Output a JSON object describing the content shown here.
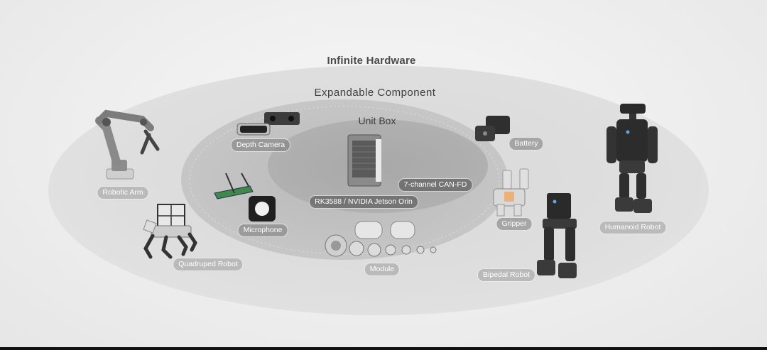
{
  "titles": {
    "infinite_hardware": "Infinite Hardware",
    "expandable_component": "Expandable Component",
    "unit_box": "Unit Box"
  },
  "labels": {
    "depth_camera": "Depth Camera",
    "battery": "Battery",
    "can_fd": "7-channel CAN-FD",
    "processor": "RK3588 / NVIDIA Jetson Orin",
    "microphone": "Microphone",
    "gripper": "Gripper",
    "module": "Module",
    "robotic_arm": "Robotic Arm",
    "quadruped_robot": "Quadruped Robot",
    "humanoid_robot": "Humanoid Robot",
    "bipedal_robot": "Bipedal Robot"
  },
  "colors": {
    "background": "#efefef",
    "outer_ring": "#dedede",
    "middle_ring": "#c4c4c4",
    "inner_ring": "#b0b0b0",
    "text": "#4a4a4a"
  },
  "icons": [
    "robotic-arm-icon",
    "quadruped-robot-icon",
    "humanoid-robot-icon",
    "bipedal-robot-icon",
    "depth-camera-icon",
    "battery-icon",
    "unit-box-icon",
    "microphone-icon",
    "gripper-icon",
    "module-icon"
  ]
}
